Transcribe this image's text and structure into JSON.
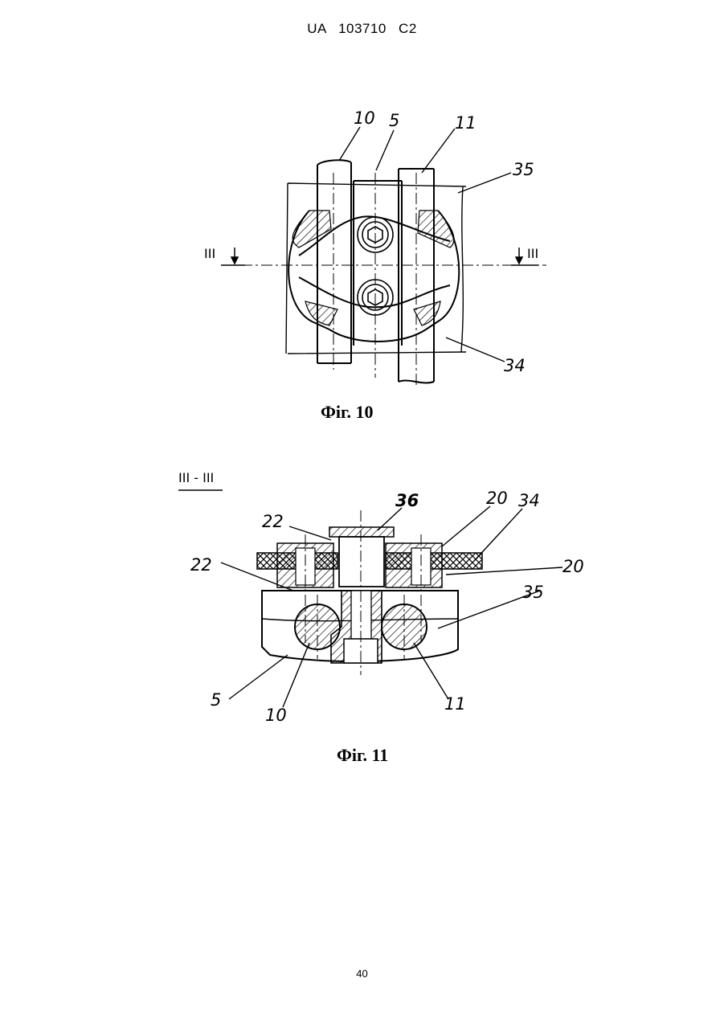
{
  "header": {
    "document_id": "UA 103710 C2"
  },
  "figure10": {
    "caption": "Фіг. 10",
    "labels": {
      "l10": "10",
      "l5": "5",
      "l11": "11",
      "l35": "35",
      "l34": "34",
      "sec_left": "III",
      "sec_right": "III"
    }
  },
  "figure11": {
    "caption": "Фіг. 11",
    "section_title": "III - III",
    "labels": {
      "l36": "36",
      "l22a": "22",
      "l20a": "20",
      "l34": "34",
      "l22b": "22",
      "l20b": "20",
      "l35": "35",
      "l5": "5",
      "l10": "10",
      "l11": "11"
    }
  },
  "page_number": "40"
}
